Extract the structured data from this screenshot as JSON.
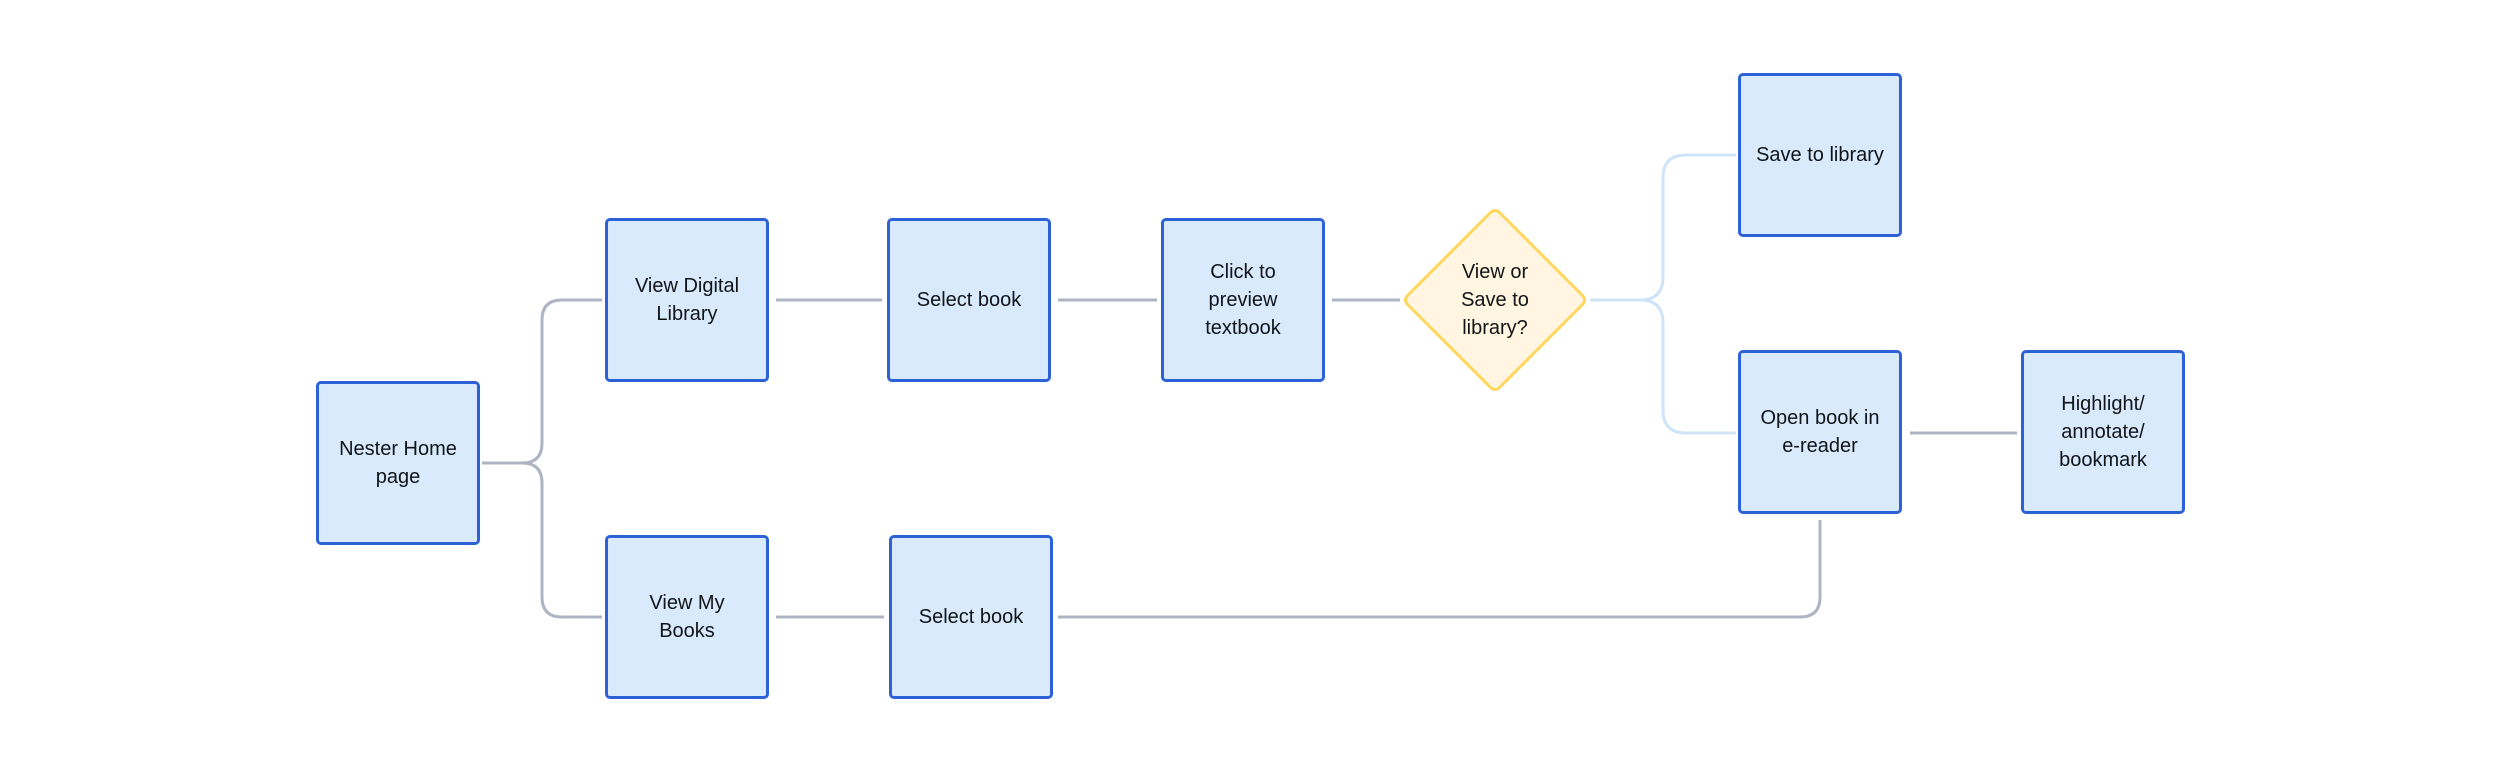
{
  "colors": {
    "node_fill": "#d8eafc",
    "node_border": "#2c62d6",
    "decision_fill": "#fff5e0",
    "decision_border": "#ffd75e",
    "connector": "#aeb4c3",
    "connector_light": "#cfe4f7"
  },
  "nodes": {
    "home": {
      "label": "Nester Home page"
    },
    "view_digital_library": {
      "label": "View Digital Library"
    },
    "select_book_top": {
      "label": "Select book"
    },
    "preview": {
      "label": "Click to preview textbook"
    },
    "decision": {
      "label": "View or Save to library?"
    },
    "save_library": {
      "label": "Save to library"
    },
    "open_ereader": {
      "label": "Open book in e-reader"
    },
    "highlight": {
      "label": "Highlight/ annotate/ bookmark"
    },
    "view_my_books": {
      "label": "View My Books"
    },
    "select_book_bottom": {
      "label": "Select book"
    }
  }
}
